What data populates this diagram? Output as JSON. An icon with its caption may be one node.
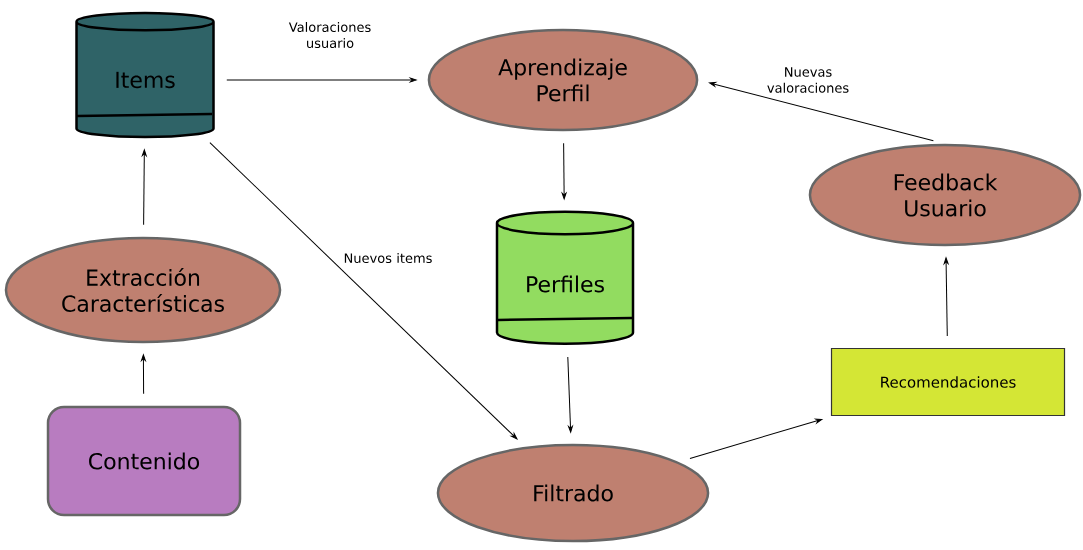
{
  "diagram": {
    "nodes": [
      {
        "text": [
          "Items"
        ]
      },
      {
        "text": [
          "Aprendizaje Perfil"
        ]
      },
      {
        "text": [
          "Feedback Usuario"
        ]
      },
      {
        "text": [
          "Extracción Características"
        ]
      },
      {
        "text": [
          "Perfiles"
        ]
      },
      {
        "text": [
          "Recomendaciones"
        ]
      },
      {
        "text": [
          "Contenido"
        ]
      },
      {
        "text": [
          "Filtrado"
        ]
      }
    ],
    "edges": [
      {
        "from": 0,
        "to": 1,
        "arrow": "to",
        "label": "Valoraciones usuario"
      },
      {
        "from": 0,
        "to": 7,
        "arrow": "to",
        "label": "Nuevos items"
      },
      {
        "from": 1,
        "to": 4,
        "arrow": "to"
      },
      {
        "from": 4,
        "to": 7,
        "arrow": "to"
      },
      {
        "from": 7,
        "to": 5,
        "arrow": "to"
      },
      {
        "from": 5,
        "to": 2,
        "arrow": "to"
      },
      {
        "from": 2,
        "to": 1,
        "arrow": "to",
        "label": "Nuevas valoraciones"
      },
      {
        "from": 3,
        "to": 0,
        "arrow": "to"
      },
      {
        "from": 6,
        "to": 3,
        "arrow": "to"
      }
    ]
  }
}
